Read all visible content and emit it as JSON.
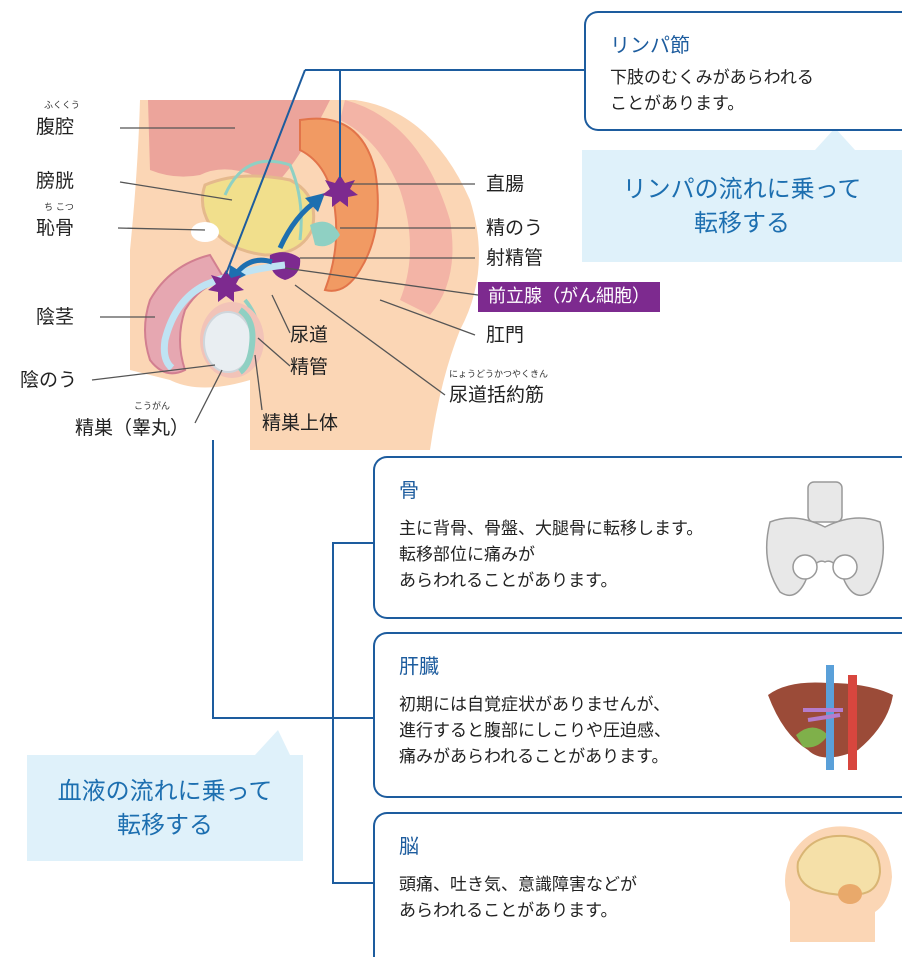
{
  "labels": {
    "fukukuu_ruby": "ふくくう",
    "fukukuu": "腹腔",
    "bouko": "膀胱",
    "chikotsu_ruby": "ち こつ",
    "chikotsu": "恥骨",
    "inkei": "陰茎",
    "innou": "陰のう",
    "seisou_ruby": "こうがん",
    "seisou": "精巣（睾丸）",
    "seisou_joutai": "精巣上体",
    "nyoudou": "尿道",
    "seikan": "精管",
    "chokuchou": "直腸",
    "seinou": "精のう",
    "shaseikan": "射精管",
    "zenritsusen": "前立腺（がん細胞）",
    "koumon": "肛門",
    "katsuyakukin_ruby": "にょうどうかつやくきん",
    "katsuyakukin": "尿道括約筋"
  },
  "lymph_callout": {
    "title": "リンパ節",
    "body": "下肢のむくみがあらわれる\nことがあります。"
  },
  "lymph_bubble": "リンパの流れに乗って\n転移する",
  "blood_bubble": "血液の流れに乗って\n転移する",
  "organs": [
    {
      "title": "骨",
      "body": "主に背骨、骨盤、大腿骨に転移します。\n転移部位に痛みが\nあらわれることがあります。",
      "icon": "pelvis-bone-icon"
    },
    {
      "title": "肝臓",
      "body": "初期には自覚症状がありませんが、\n進行すると腹部にしこりや圧迫感、\n痛みがあらわれることがあります。",
      "icon": "liver-icon"
    },
    {
      "title": "脳",
      "body": "頭痛、吐き気、意識障害などが\nあらわれることがあります。",
      "icon": "brain-icon"
    }
  ],
  "colors": {
    "line_blue": "#1d5c9e",
    "bubble_bg": "#dff1fa",
    "bubble_text": "#1d6fb0",
    "cancer_purple": "#7d2a8f",
    "skin": "#fbd6b5"
  }
}
